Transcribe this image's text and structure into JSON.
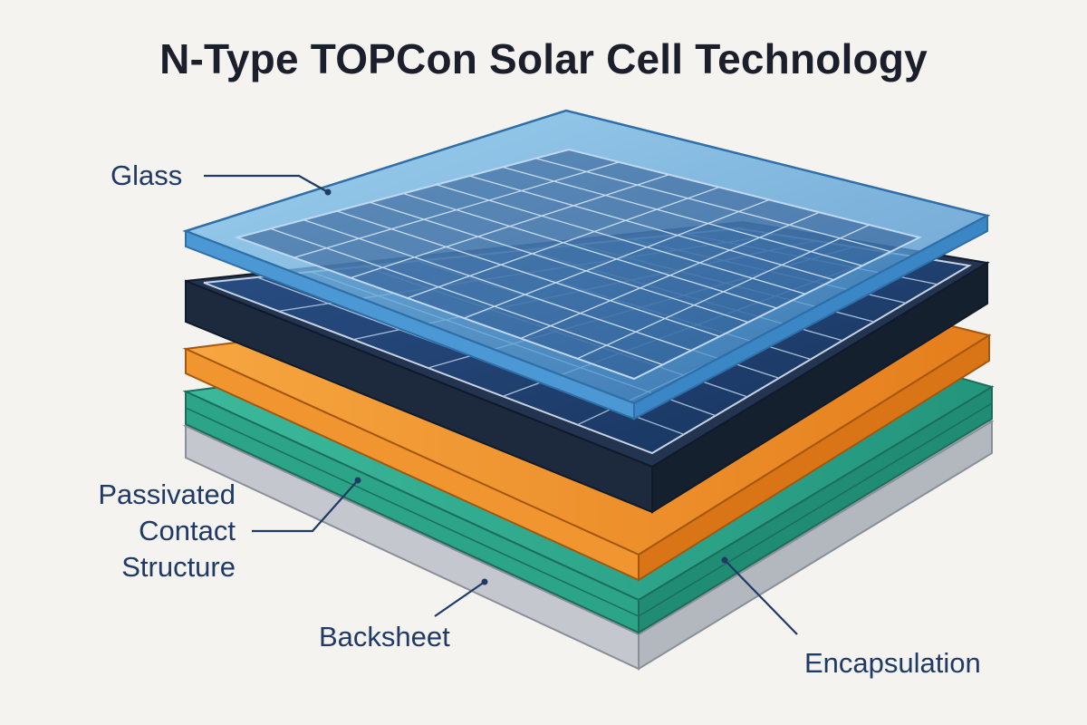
{
  "title": "N-Type TOPCon Solar Cell Technology",
  "labels": {
    "glass": "Glass",
    "passivated_line1": "Passivated",
    "passivated_line2": "Contact",
    "passivated_line3": "Structure",
    "backsheet": "Backsheet",
    "encapsulation": "Encapsulation"
  },
  "colors": {
    "background": "#f4f3ef",
    "glass": "#6fb3df",
    "cell": "#1f3f6e",
    "cell_frame": "#1a2a44",
    "passivation": "#f0962c",
    "encapsulation": "#2fa98c",
    "backsheet": "#c9ccd1",
    "label_text": "#1f3a66",
    "leader_line": "#1f3a66"
  },
  "layers": [
    "glass",
    "solar-cell",
    "passivated-contact-structure",
    "encapsulation",
    "backsheet"
  ]
}
